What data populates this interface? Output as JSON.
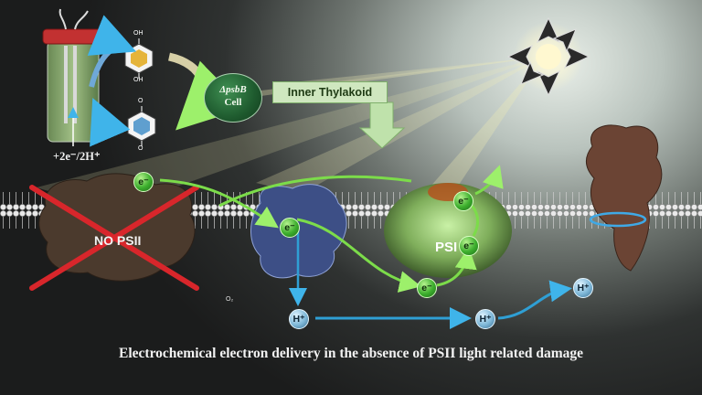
{
  "labels": {
    "caption": "Electrochemical electron delivery in the absence of PSII light related damage",
    "no_psii": "NO PSII",
    "psi": "PSI",
    "inner_thylakoid": "Inner Thylakoid",
    "cell_gene": "ΔpsbB",
    "cell_word": "Cell",
    "charge": "+2e⁻/2H⁺",
    "o2": "O₂",
    "electron": "e⁻",
    "proton": "H⁺",
    "oh": "OH",
    "o": "O"
  },
  "colors": {
    "electron_path": "#7cdc4a",
    "proton_path": "#2f9fd4",
    "cross": "#d8262b",
    "light_beam": "#f4f0b0"
  }
}
